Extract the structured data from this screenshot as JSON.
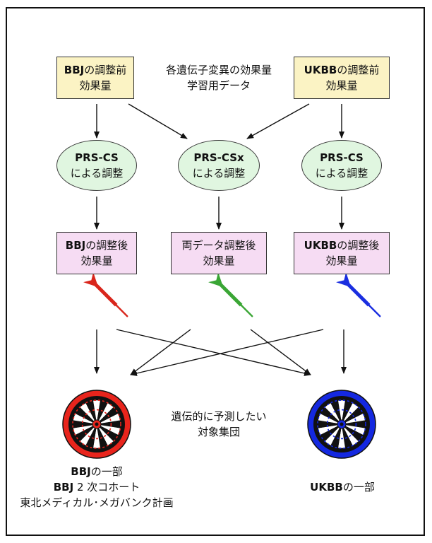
{
  "inputs": {
    "bbj": {
      "line1_bold": "BBJ",
      "line1_rest": "の調整前",
      "line2": "効果量"
    },
    "ukbb": {
      "line1_bold": "UKBB",
      "line1_rest": "の調整前",
      "line2": "効果量"
    },
    "training_note": {
      "line1": "各遺伝子変異の効果量",
      "line2": "学習用データ"
    }
  },
  "methods": {
    "left": {
      "line1": "PRS-CS",
      "line2": "による調整"
    },
    "center": {
      "line1": "PRS-CSx",
      "line2": "による調整"
    },
    "right": {
      "line1": "PRS-CS",
      "line2": "による調整"
    }
  },
  "outputs": {
    "bbj": {
      "line1_bold": "BBJ",
      "line1_rest": "の調整後",
      "line2": "効果量"
    },
    "both": {
      "line1": "両データ調整後",
      "line2": "効果量"
    },
    "ukbb": {
      "line1_bold": "UKBB",
      "line1_rest": "の調整後",
      "line2": "効果量"
    }
  },
  "darts": [
    {
      "name": "red-dart-icon",
      "color": "#d9261c"
    },
    {
      "name": "green-dart-icon",
      "color": "#3aa635"
    },
    {
      "name": "blue-dart-icon",
      "color": "#1a2ee0"
    }
  ],
  "targets": {
    "note": {
      "line1": "遺伝的に予測したい",
      "line2": "対象集団"
    },
    "left": {
      "ring_color": "#e8241c",
      "line1_bold": "BBJ",
      "line1_rest": "の一部",
      "line2_bold": "BBJ",
      "line2_rest": " 2 次コホート",
      "line3": "東北メディカル･メガバンク計画"
    },
    "right": {
      "ring_color": "#1428e0",
      "line1_bold": "UKBB",
      "line1_rest": "の一部"
    }
  }
}
